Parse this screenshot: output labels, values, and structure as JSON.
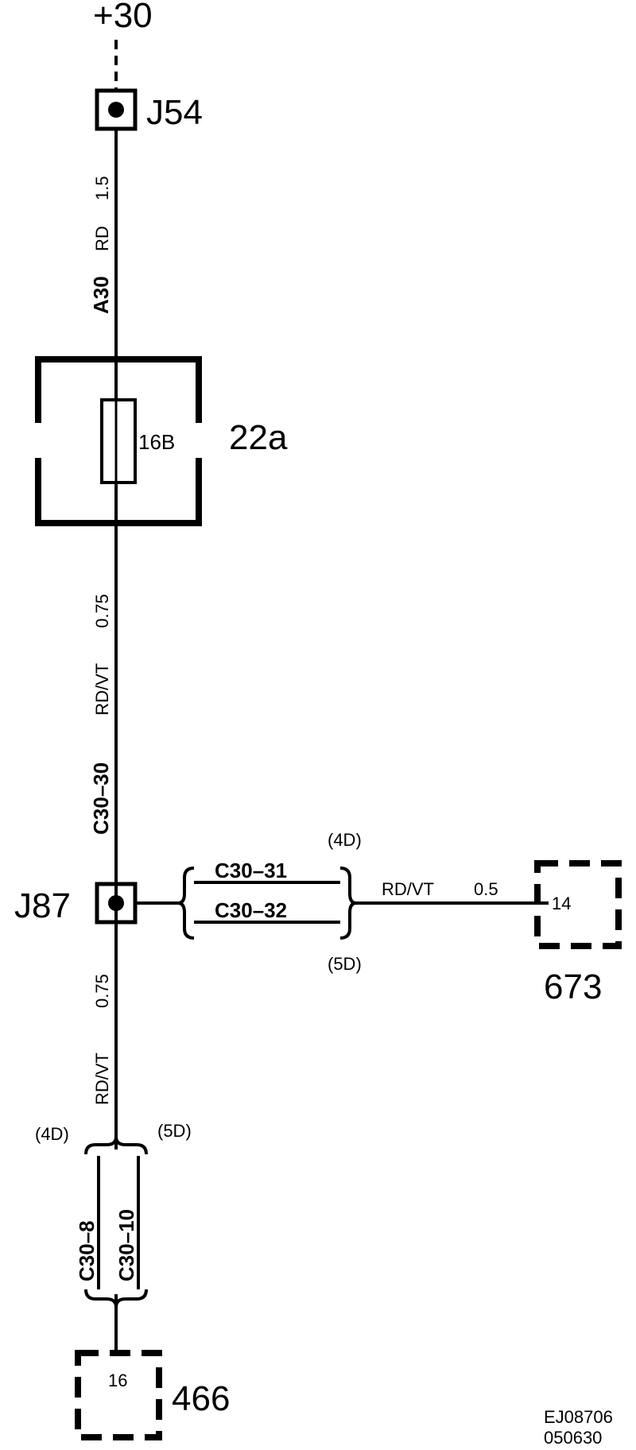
{
  "supply": {
    "label": "+30"
  },
  "nodes": {
    "j54": "J54",
    "j87": "J87"
  },
  "wires": {
    "a30": {
      "id": "A30",
      "color": "RD",
      "size": "1.5"
    },
    "c30_30": {
      "id": "C30–30",
      "color": "RD/VT",
      "size": "0.75"
    },
    "lower": {
      "color": "RD/VT",
      "size": "0.75"
    },
    "branch": {
      "color": "RD/VT",
      "size": "0.5"
    }
  },
  "fuse": {
    "box_label": "22a",
    "fuse_label": "16B"
  },
  "connectors_right": {
    "top": "C30–31",
    "bottom": "C30–32",
    "top_variant": "(4D)",
    "bottom_variant": "(5D)"
  },
  "connectors_bottom": {
    "left": "C30–8",
    "right": "C30–10",
    "left_variant": "(4D)",
    "right_variant": "(5D)"
  },
  "components": {
    "c673": {
      "label": "673",
      "pin": "14"
    },
    "c466": {
      "label": "466",
      "pin": "16"
    }
  },
  "footer": {
    "code": "EJ08706",
    "date": "050630"
  }
}
